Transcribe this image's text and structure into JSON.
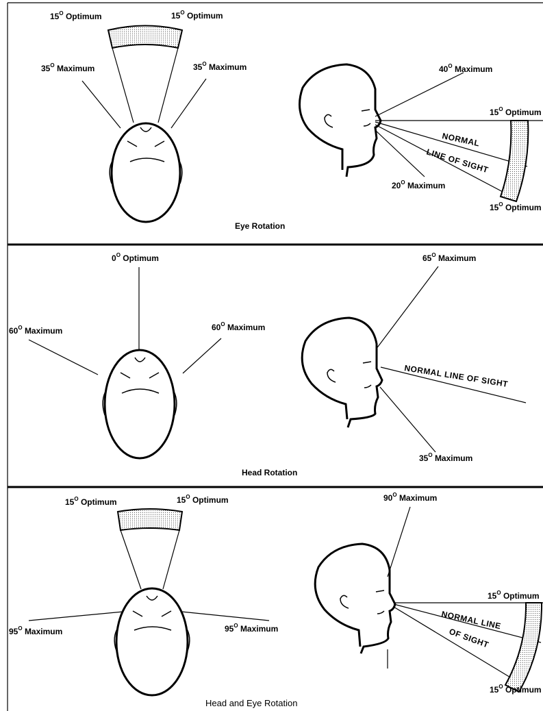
{
  "panels": {
    "eye": {
      "caption": "Eye Rotation",
      "top_view": {
        "left_optimum": "15",
        "right_optimum": "15",
        "left_max": "35",
        "right_max": "35"
      },
      "side_view": {
        "up_max": "40",
        "up_optimum": "15",
        "down_max": "20",
        "down_optimum": "15",
        "los_line1": "NORMAL",
        "los_line2": "LINE OF SIGHT"
      }
    },
    "head": {
      "caption": "Head Rotation",
      "top_view": {
        "center_optimum": "0",
        "left_max": "60",
        "right_max": "60"
      },
      "side_view": {
        "up_max": "65",
        "down_max": "35",
        "los": "NORMAL LINE OF SIGHT"
      }
    },
    "head_eye": {
      "caption": "Head and Eye Rotation",
      "top_view": {
        "left_optimum": "15",
        "right_optimum": "15",
        "left_max": "95",
        "right_max": "95"
      },
      "side_view": {
        "up_max": "90",
        "up_optimum": "15",
        "down_optimum": "15",
        "los_line1": "NORMAL LINE",
        "los_line2": "OF SIGHT"
      }
    }
  },
  "terms": {
    "optimum": "Optimum",
    "maximum": "Maximum",
    "degree": "O"
  }
}
